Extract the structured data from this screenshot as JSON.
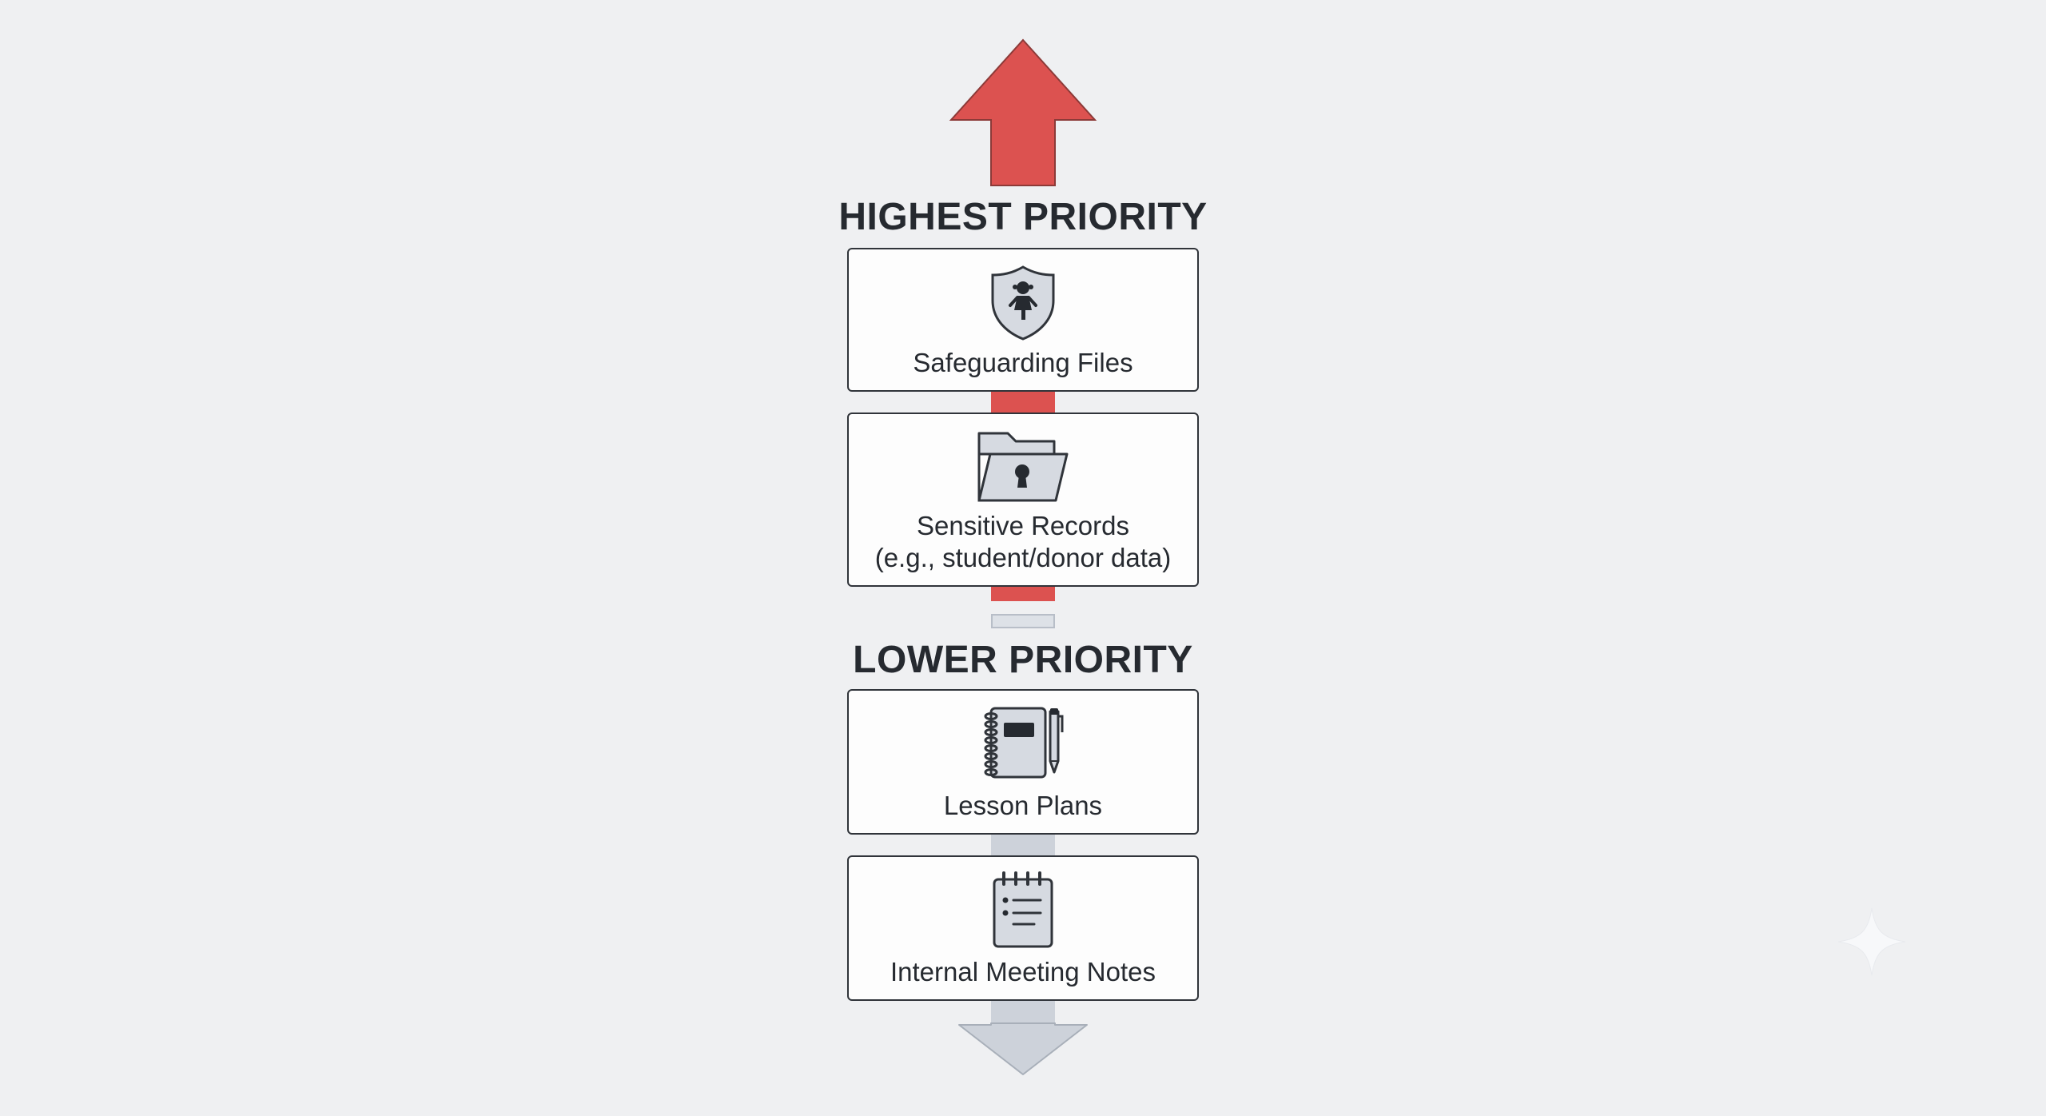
{
  "diagram": {
    "top_heading": "HIGHEST PRIORITY",
    "bottom_heading": "LOWER PRIORITY",
    "items": [
      {
        "label_lines": [
          "Safeguarding Files"
        ],
        "icon": "shield-child-icon"
      },
      {
        "label_lines": [
          "Sensitive Records",
          "(e.g., student/donor data)"
        ],
        "icon": "locked-folder-icon"
      },
      {
        "label_lines": [
          "Lesson Plans"
        ],
        "icon": "notebook-pencil-icon"
      },
      {
        "label_lines": [
          "Internal Meeting Notes"
        ],
        "icon": "notepad-list-icon"
      }
    ],
    "colors": {
      "high_priority_arrow": "#dc5250",
      "low_priority_arrow": "#cdd2da",
      "card_border": "#30343a",
      "background": "#eff0f2"
    }
  }
}
